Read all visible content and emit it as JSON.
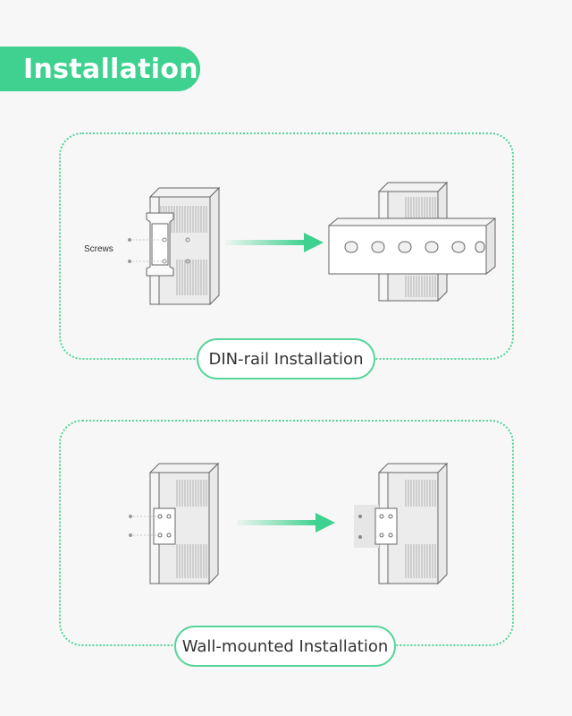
{
  "header": {
    "title": "Installation"
  },
  "din_rail": {
    "screws_label": "Screws",
    "caption": "DIN-rail Installation"
  },
  "wall_mount": {
    "caption": "Wall-mounted Installation"
  },
  "colors": {
    "accent": "#3ed18f",
    "border": "#56d59a",
    "background": "#f7f7f7",
    "line_art": "#555555"
  },
  "icons": [
    "device-icon",
    "din-rail-clip-icon",
    "din-rail-icon",
    "wall-bracket-icon",
    "arrow-right-icon",
    "screw-icon"
  ]
}
